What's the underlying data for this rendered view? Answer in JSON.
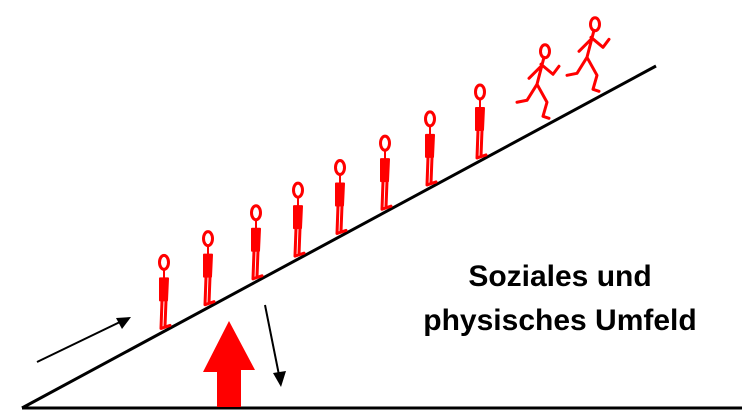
{
  "caption": {
    "line1": "Soziales und",
    "line2": "physisches Umfeld"
  },
  "figures": {
    "count_standing": 8,
    "count_running": 2,
    "figure_icon": "stick-figure-icon"
  },
  "colors": {
    "figure": "#ff0000",
    "up_arrow": "#ff0000",
    "slope": "#000000",
    "small_arrows": "#000000",
    "background": "#ffffff"
  }
}
